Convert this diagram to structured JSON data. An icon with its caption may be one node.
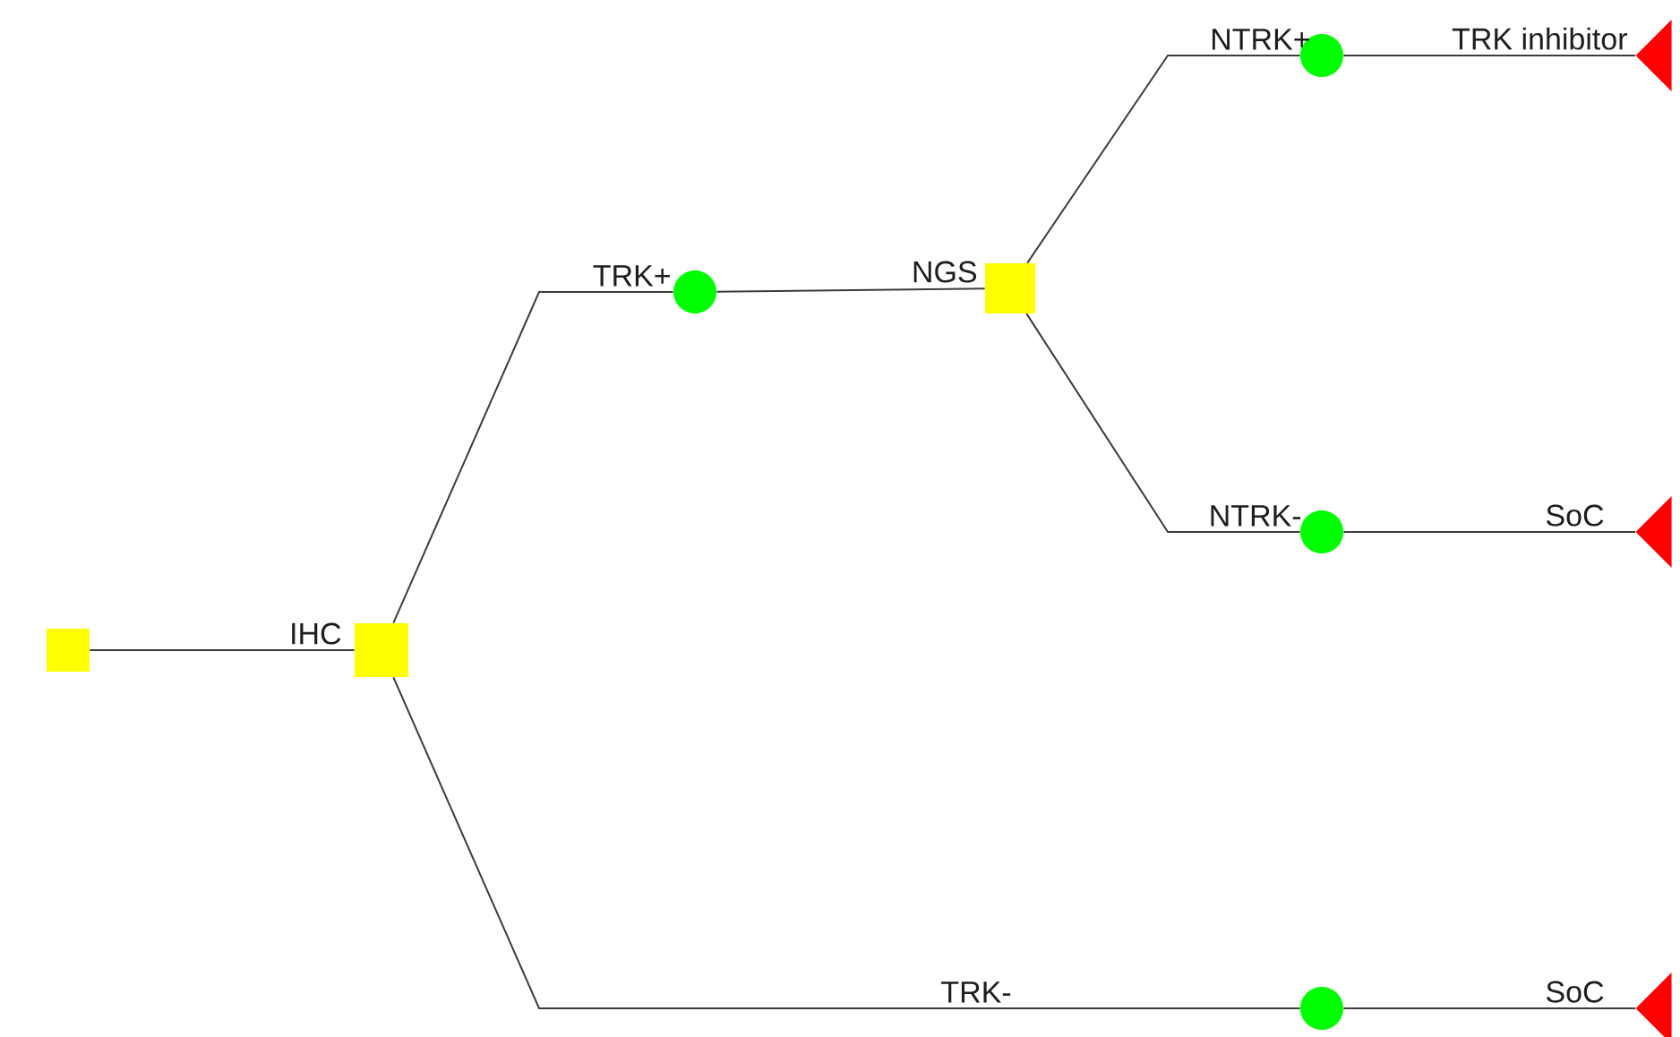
{
  "diagram": {
    "nodes": [
      {
        "text": [],
        "shape": "box"
      },
      {
        "text": [],
        "shape": "box"
      },
      {
        "text": [],
        "shape": "circle"
      },
      {
        "text": [],
        "shape": "box"
      },
      {
        "text": [],
        "shape": "circle"
      },
      {
        "text": [],
        "shape": "triangle"
      },
      {
        "text": [],
        "shape": "circle"
      },
      {
        "text": [],
        "shape": "triangle"
      },
      {
        "text": [],
        "shape": "circle"
      },
      {
        "text": [],
        "shape": "triangle"
      }
    ],
    "edges": [
      {
        "from": 0,
        "to": 1,
        "arrow": "none",
        "label": "IHC"
      },
      {
        "from": 1,
        "to": 2,
        "arrow": "none",
        "label": "TRK+"
      },
      {
        "from": 2,
        "to": 3,
        "arrow": "none",
        "label": "NGS"
      },
      {
        "from": 3,
        "to": 4,
        "arrow": "none",
        "label": "NTRK+"
      },
      {
        "from": 4,
        "to": 5,
        "arrow": "none",
        "label": "TRK inhibitor"
      },
      {
        "from": 3,
        "to": 6,
        "arrow": "none",
        "label": "NTRK-"
      },
      {
        "from": 6,
        "to": 7,
        "arrow": "none",
        "label": "SoC"
      },
      {
        "from": 1,
        "to": 8,
        "arrow": "none",
        "label": "TRK-"
      },
      {
        "from": 8,
        "to": 9,
        "arrow": "none",
        "label": "SoC"
      }
    ]
  }
}
